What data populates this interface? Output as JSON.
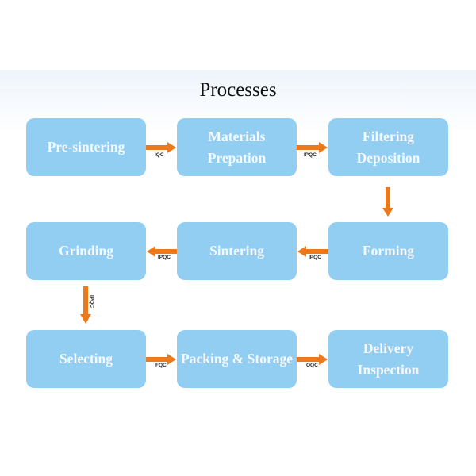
{
  "title": "Processes",
  "colors": {
    "box": "#92cdf2",
    "arrow": "#ec7a1c",
    "text": "#f4f9fd"
  },
  "steps": [
    {
      "label": "Pre-sintering"
    },
    {
      "label": "Materials\nPrepation"
    },
    {
      "label": "Filtering\nDeposition"
    },
    {
      "label": "Forming"
    },
    {
      "label": "Sintering"
    },
    {
      "label": "Grinding"
    },
    {
      "label": "Selecting"
    },
    {
      "label": "Packing & Storage"
    },
    {
      "label": "Delivery\nInspection"
    }
  ],
  "connectors": [
    {
      "from": "Pre-sintering",
      "to": "Materials Prepation",
      "label": "IQC"
    },
    {
      "from": "Materials Prepation",
      "to": "Filtering Deposition",
      "label": "IPQC"
    },
    {
      "from": "Filtering Deposition",
      "to": "Forming",
      "label": ""
    },
    {
      "from": "Forming",
      "to": "Sintering",
      "label": "IPQC"
    },
    {
      "from": "Sintering",
      "to": "Grinding",
      "label": "IPQC"
    },
    {
      "from": "Grinding",
      "to": "Selecting",
      "label": "IPQC"
    },
    {
      "from": "Selecting",
      "to": "Packing & Storage",
      "label": "FQC"
    },
    {
      "from": "Packing & Storage",
      "to": "Delivery Inspection",
      "label": "OQC"
    }
  ]
}
